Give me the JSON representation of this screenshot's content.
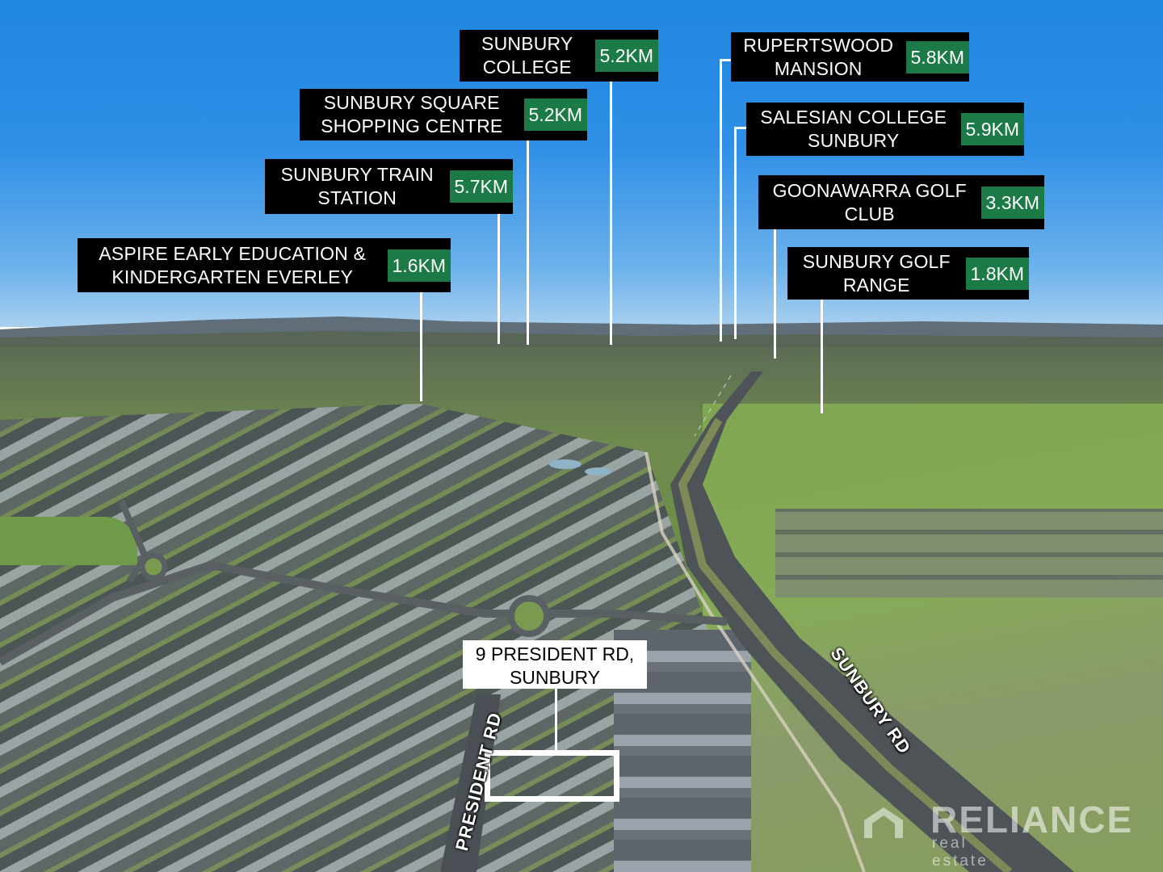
{
  "image": {
    "type": "aerial-location-map",
    "colors": {
      "sky": "#2f8fe6",
      "label_bg": "#000000",
      "label_text": "#ffffff",
      "distance_bg": "#1b7a45",
      "address_bg": "#ffffff",
      "address_text": "#000000",
      "leader_line": "#ffffff"
    }
  },
  "points_of_interest": [
    {
      "name": "SUNBURY\nCOLLEGE",
      "distance": "5.2KM"
    },
    {
      "name": "SUNBURY SQUARE\nSHOPPING CENTRE",
      "distance": "5.2KM"
    },
    {
      "name": "SUNBURY TRAIN\nSTATION",
      "distance": "5.7KM"
    },
    {
      "name": "ASPIRE EARLY EDUCATION &\nKINDERGARTEN EVERLEY",
      "distance": "1.6KM"
    },
    {
      "name": "RUPERTSWOOD\nMANSION",
      "distance": "5.8KM"
    },
    {
      "name": "SALESIAN COLLEGE\nSUNBURY",
      "distance": "5.9KM"
    },
    {
      "name": "GOONAWARRA GOLF\nCLUB",
      "distance": "3.3KM"
    },
    {
      "name": "SUNBURY GOLF\nRANGE",
      "distance": "1.8KM"
    }
  ],
  "property": {
    "address": "9 PRESIDENT RD,\nSUNBURY"
  },
  "streets": {
    "president_rd": "PRESIDENT RD",
    "sunbury_rd": "SUNBURY RD"
  },
  "branding": {
    "name": "RELIANCE",
    "tagline": "real estate"
  }
}
